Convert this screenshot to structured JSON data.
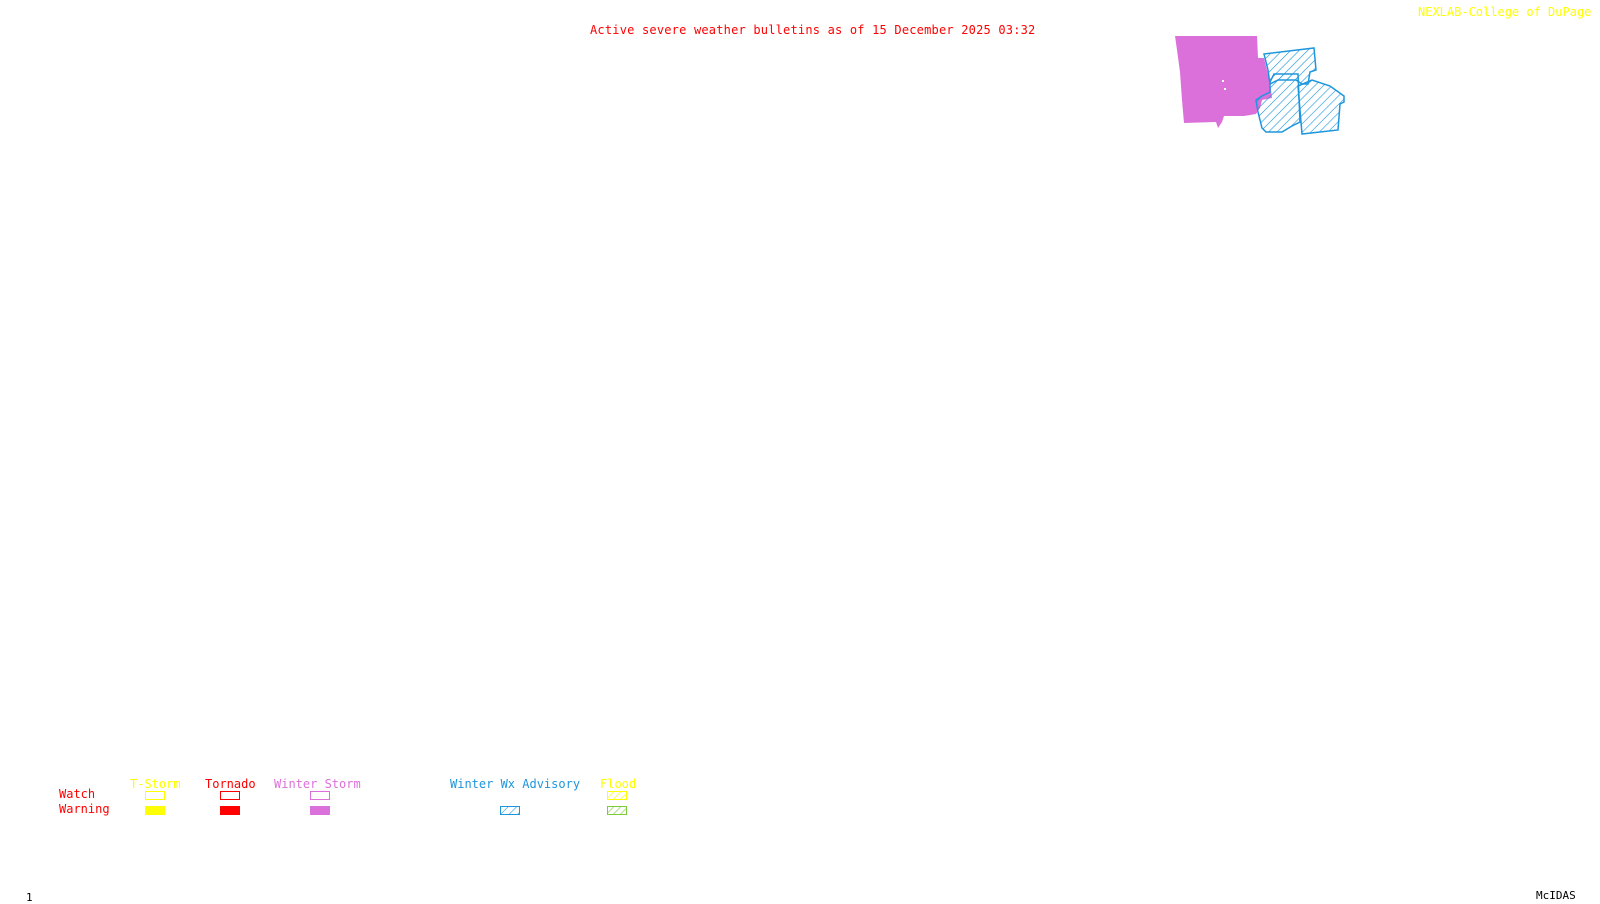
{
  "header": {
    "title": "Active severe weather bulletins as of 15 December 2025 03:32",
    "credit": "NEXLAB-College of DuPage",
    "credit_icon": "resize-corner-icon"
  },
  "map": {
    "regions": [
      {
        "type": "Winter Storm Warning",
        "fill": "#db70db",
        "style": "solid"
      },
      {
        "type": "Winter Wx Advisory",
        "fill": "#1e96dc",
        "style": "hatched"
      },
      {
        "type": "Winter Wx Advisory",
        "fill": "#1e96dc",
        "style": "hatched"
      },
      {
        "type": "Winter Wx Advisory",
        "fill": "#1e96dc",
        "style": "hatched"
      }
    ]
  },
  "legend": {
    "row_labels": {
      "watch": "Watch",
      "warning": "Warning"
    },
    "row_label_color": "#ff0000",
    "columns": [
      {
        "label": "T-Storm",
        "color": "#ffff00",
        "watch": "outline",
        "warning": "solid"
      },
      {
        "label": "Tornado",
        "color": "#ff0000",
        "watch": "outline",
        "warning": "solid"
      },
      {
        "label": "Winter Storm",
        "color": "#db70db",
        "watch": "outline",
        "warning": "solid"
      },
      {
        "label": "Winter Wx Advisory",
        "color": "#1e96dc",
        "watch": "none",
        "warning": "hatched"
      },
      {
        "label": "Flood",
        "color": "#ffff00",
        "watch": "hatched",
        "warning": "hatched",
        "warning_color": "#7ccd3c"
      }
    ]
  },
  "footer": {
    "frame_number": "1",
    "software": "McIDAS"
  }
}
